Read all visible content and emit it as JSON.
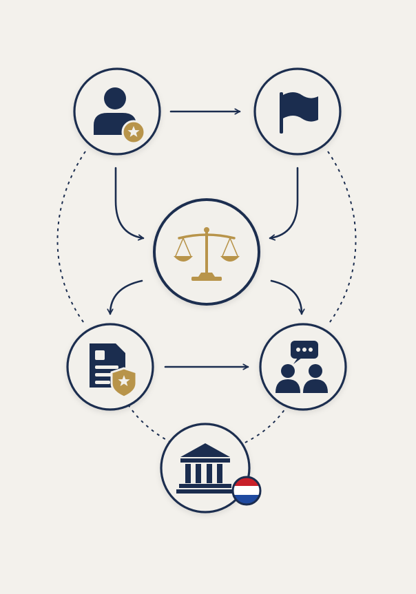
{
  "diagram": {
    "nodes": [
      {
        "id": "person",
        "icon": "person-with-star-badge-icon"
      },
      {
        "id": "flag",
        "icon": "flag-icon"
      },
      {
        "id": "justice",
        "icon": "scales-of-justice-icon"
      },
      {
        "id": "document",
        "icon": "document-with-shield-icon"
      },
      {
        "id": "dialogue",
        "icon": "people-speech-bubble-icon"
      },
      {
        "id": "institution",
        "icon": "government-building-icon",
        "badge": "netherlands-flag-icon"
      }
    ],
    "edges": [
      {
        "from": "person",
        "to": "flag",
        "style": "solid-arrow"
      },
      {
        "from": "person",
        "to": "justice",
        "style": "solid-arrow"
      },
      {
        "from": "flag",
        "to": "justice",
        "style": "solid-arrow"
      },
      {
        "from": "justice",
        "to": "document",
        "style": "solid-arrow"
      },
      {
        "from": "justice",
        "to": "dialogue",
        "style": "solid-arrow"
      },
      {
        "from": "document",
        "to": "dialogue",
        "style": "solid-arrow"
      },
      {
        "from": "person",
        "to": "document",
        "style": "dashed"
      },
      {
        "from": "flag",
        "to": "dialogue",
        "style": "dashed"
      },
      {
        "from": "document",
        "to": "institution",
        "style": "dashed"
      },
      {
        "from": "dialogue",
        "to": "institution",
        "style": "dashed"
      }
    ]
  },
  "colors": {
    "navy": "#1b2d4f",
    "gold": "#b8944a",
    "circle_fill": "#f2f0eb",
    "background": "#f3f1ec",
    "flag_red": "#c8202a",
    "flag_white": "#ffffff",
    "flag_blue": "#1f4aa0"
  }
}
